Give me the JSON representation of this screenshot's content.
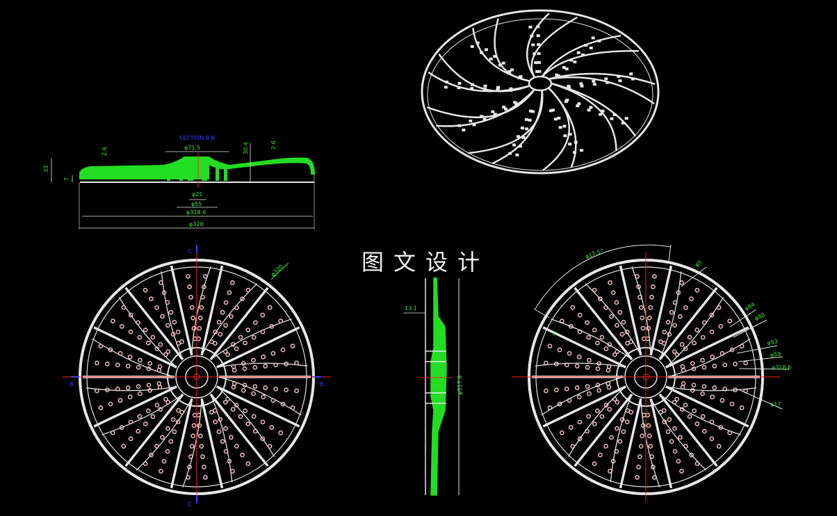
{
  "colors": {
    "background": "#000000",
    "outline": "#e6e6e6",
    "section_fill": "#22dd22",
    "dimension": "#33ee33",
    "centerline": "#ff2222",
    "section_title": "#3344ff",
    "hole": "#e6b8b8"
  },
  "section_view": {
    "title": "SECTION B-B",
    "dims": {
      "d71_5": "φ71.5",
      "d21": "φ21",
      "d55": "φ55",
      "d318_6": "φ318.6",
      "d320": "φ320",
      "h33": "33",
      "h7": "7",
      "t2_6_left": "2.6",
      "h30_4": "30.4",
      "t2_6_right": "2.6"
    }
  },
  "front_view": {
    "label_top": "C",
    "label_bottom": "C",
    "label_left": "B",
    "label_right": "B",
    "dim_d320": "φ320"
  },
  "side_view": {
    "dim_13_1": "13.1",
    "dim_d317_9": "φ317.9"
  },
  "rear_view": {
    "dims": {
      "d17_5": "φ17.5°",
      "d5": "φ5",
      "d84": "φ84",
      "d80": "φ80",
      "d53": "φ53",
      "d59": "φ59",
      "d318_6": "φ318.6",
      "d17": "φ17",
      "three": "3"
    }
  },
  "watermark": "图文设计"
}
